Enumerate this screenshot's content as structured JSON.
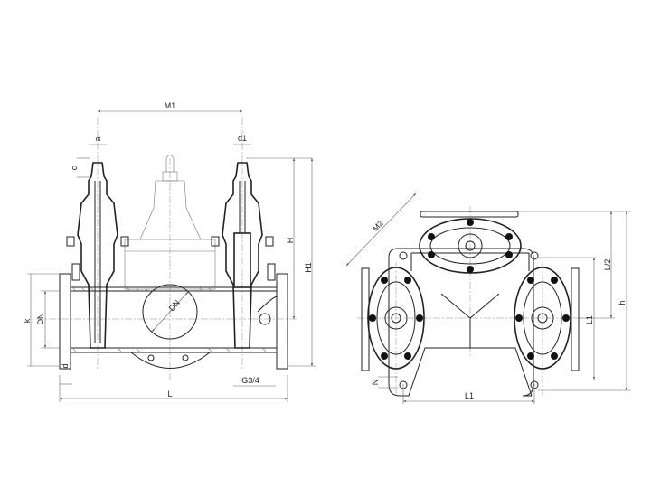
{
  "left_view": {
    "labels": {
      "M1": "M1",
      "a": "a",
      "d1": "d1",
      "c": "c",
      "H": "H",
      "H1": "H1",
      "k": "k",
      "DN_side": "DN",
      "DN_circle": "DN",
      "d": "d",
      "L": "L",
      "G": "G3/4"
    }
  },
  "right_view": {
    "labels": {
      "M2": "M2",
      "L_half": "L/2",
      "h": "h",
      "L1_side": "L1",
      "N": "N",
      "L1_bottom": "L1"
    }
  }
}
